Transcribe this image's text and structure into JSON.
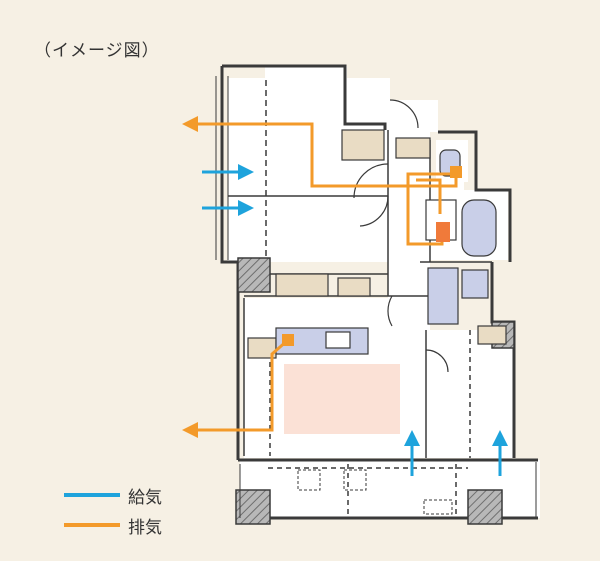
{
  "caption": "（イメージ図）",
  "legend": {
    "supply": {
      "label": "給気",
      "color": "#1ea3dc"
    },
    "exhaust": {
      "label": "排気",
      "color": "#f39a2a"
    }
  },
  "colors": {
    "background": "#f6f0e4",
    "floor": "#ffffff",
    "wall": "#3a3a3a",
    "fixture": "#c9cfe8",
    "cabinet": "#e9dcc4",
    "rug": "#fbe1d6",
    "pillar": "#9a9a9a",
    "exhaust_vent": "#f39a2a",
    "bath_fan": "#f07a3a"
  },
  "icons": {
    "supply_arrow": "arrow-right-icon",
    "supply_arrow_up": "arrow-up-icon",
    "exhaust_arrow": "arrow-left-icon",
    "vent": "square-vent-icon"
  }
}
